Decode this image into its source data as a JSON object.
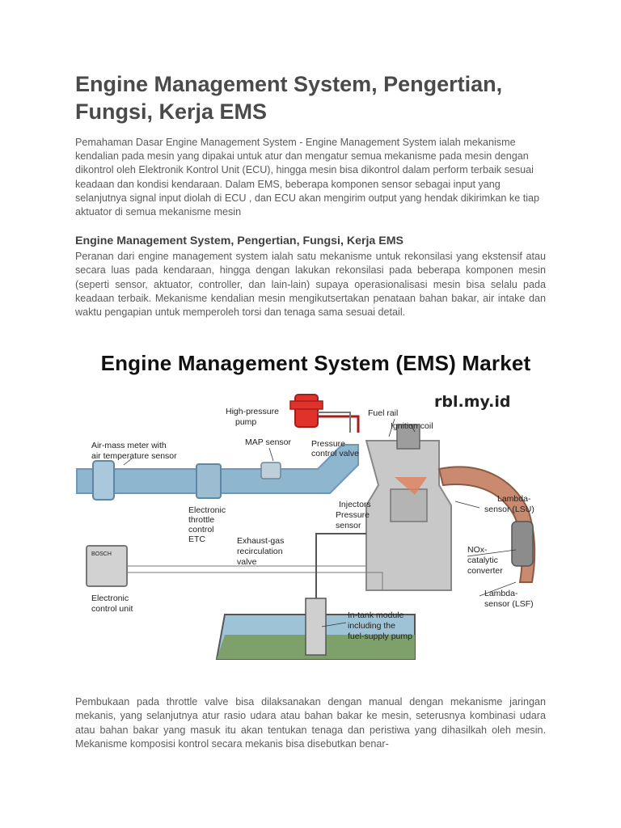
{
  "article": {
    "title": "Engine Management System, Pengertian, Fungsi, Kerja EMS",
    "intro": "Pemahaman Dasar Engine Management System - Engine Management System ialah mekanisme kendalian pada mesin yang dipakai untuk atur dan mengatur semua mekanisme pada mesin dengan dikontrol oleh Elektronik Kontrol Unit (ECU), hingga mesin bisa dikontrol dalam perform terbaik sesuai keadaan dan kondisi kendaraan. Dalam EMS, beberapa komponen sensor sebagai input yang selanjutnya signal input diolah di ECU , dan ECU akan mengirim output yang hendak dikirimkan ke tiap aktuator di semua mekanisme mesin",
    "subheading": "Engine Management System, Pengertian, Fungsi, Kerja EMS",
    "paragraph1": "Peranan dari engine management system ialah satu mekanisme untuk rekonsilasi yang ekstensif atau secara luas pada kendaraan, hingga dengan lakukan rekonsilasi pada beberapa komponen mesin (seperti sensor, aktuator, controller, dan lain-lain) supaya operasionalisasi mesin bisa selalu pada keadaan terbaik. Mekanisme kendalian mesin mengikutsertakan penataan bahan bakar, air intake dan waktu pengapian untuk memperoleh torsi dan tenaga sama sesuai detail.",
    "paragraph2": "Pembukaan pada throttle valve bisa dilaksanakan dengan manual dengan mekanisme jaringan mekanis, yang selanjutnya atur rasio udara atau bahan bakar ke mesin, seterusnya kombinasi udara atau bahan bakar yang masuk itu akan tentukan tenaga dan peristiwa yang dihasilkah oleh mesin. Mekanisme komposisi kontrol secara mekanis bisa disebutkan benar-"
  },
  "figure": {
    "title": "Engine Management System (EMS) Market",
    "watermark": "rbl.my.id",
    "labels": {
      "high_pressure_pump": [
        "High-pressure",
        "pump"
      ],
      "fuel_rail": "Fuel rail",
      "ignition_coil": "Ignition coil",
      "map_sensor": "MAP sensor",
      "pressure_control_valve": [
        "Pressure",
        "control valve"
      ],
      "air_mass_meter": [
        "Air-mass meter with",
        "air temperature sensor"
      ],
      "lambda_lsu": [
        "Lambda-",
        "sensor (LSU)"
      ],
      "injectors": [
        "Injectors",
        "Pressure",
        "sensor"
      ],
      "throttle": [
        "Electronic",
        "throttle",
        "control",
        "ETC"
      ],
      "egr": [
        "Exhaust-gas",
        "recirculation",
        "valve"
      ],
      "nox": [
        "NOx-",
        "catalytic",
        "converter"
      ],
      "ecu_brand": "BOSCH",
      "ecu": [
        "Electronic",
        "control unit"
      ],
      "lambda_lsf": [
        "Lambda-",
        "sensor (LSF)"
      ],
      "in_tank": [
        "In-tank module",
        "including the",
        "fuel-supply pump"
      ]
    },
    "colors": {
      "intake": "#8fb6cf",
      "intake_dark": "#6f98b6",
      "engine": "#c8c8c8",
      "pump": "#e0312a",
      "exhaust": "#c98a6f",
      "fuel": "#7ea06b"
    }
  }
}
